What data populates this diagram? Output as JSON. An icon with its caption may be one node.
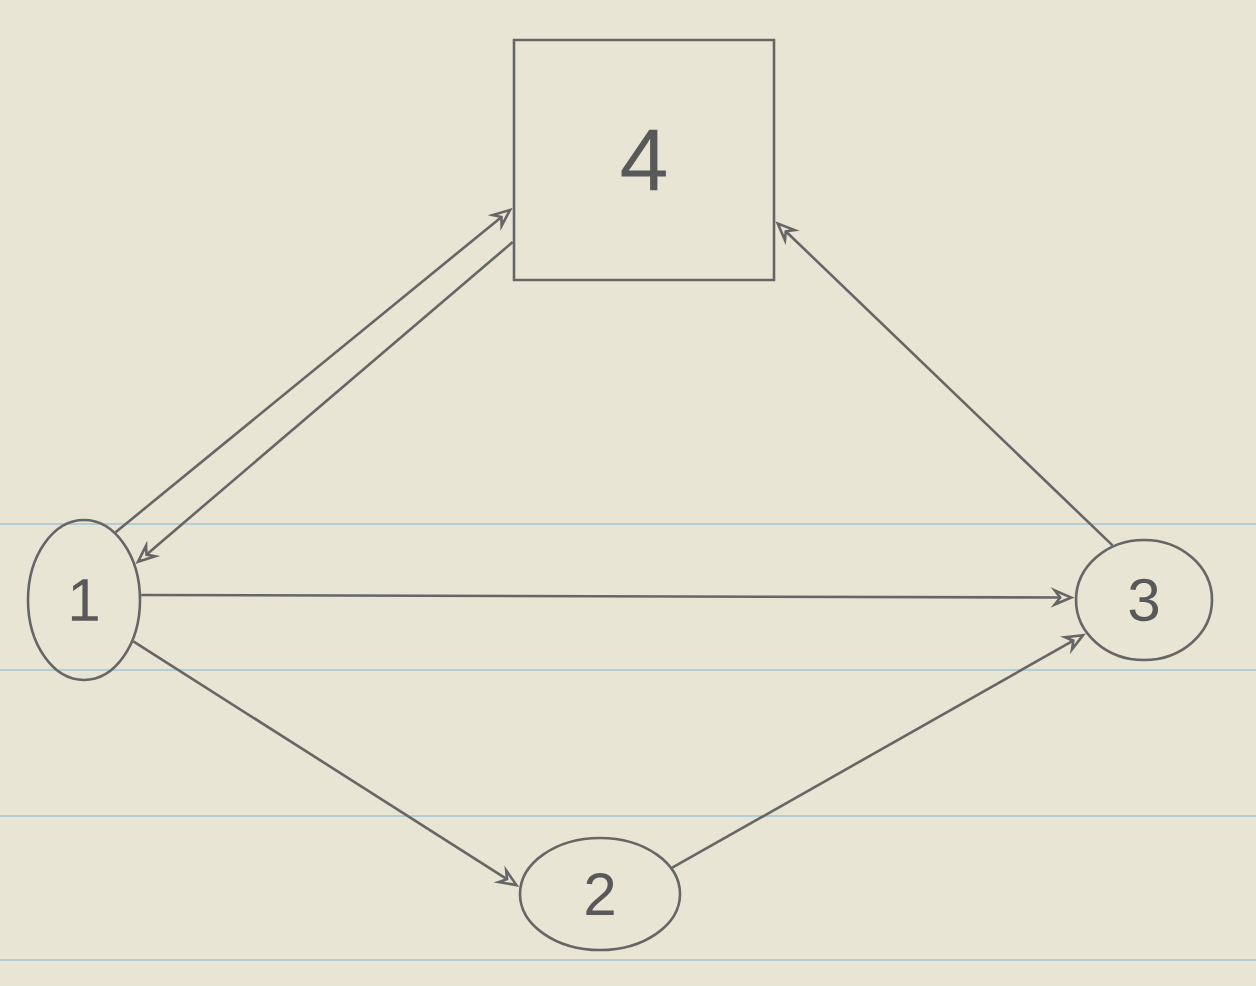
{
  "diagram": {
    "nodes": [
      {
        "text": [
          "4"
        ]
      },
      {
        "text": [
          "1"
        ]
      },
      {
        "text": [
          "3"
        ]
      },
      {
        "text": [
          "2"
        ]
      }
    ],
    "edges": [
      {
        "from": 1,
        "to": 0,
        "arrow": "to"
      },
      {
        "from": 0,
        "to": 1,
        "arrow": "to"
      },
      {
        "from": 1,
        "to": 2,
        "arrow": "to"
      },
      {
        "from": 1,
        "to": 3,
        "arrow": "to"
      },
      {
        "from": 3,
        "to": 2,
        "arrow": "to"
      },
      {
        "from": 2,
        "to": 0,
        "arrow": "to"
      }
    ]
  }
}
